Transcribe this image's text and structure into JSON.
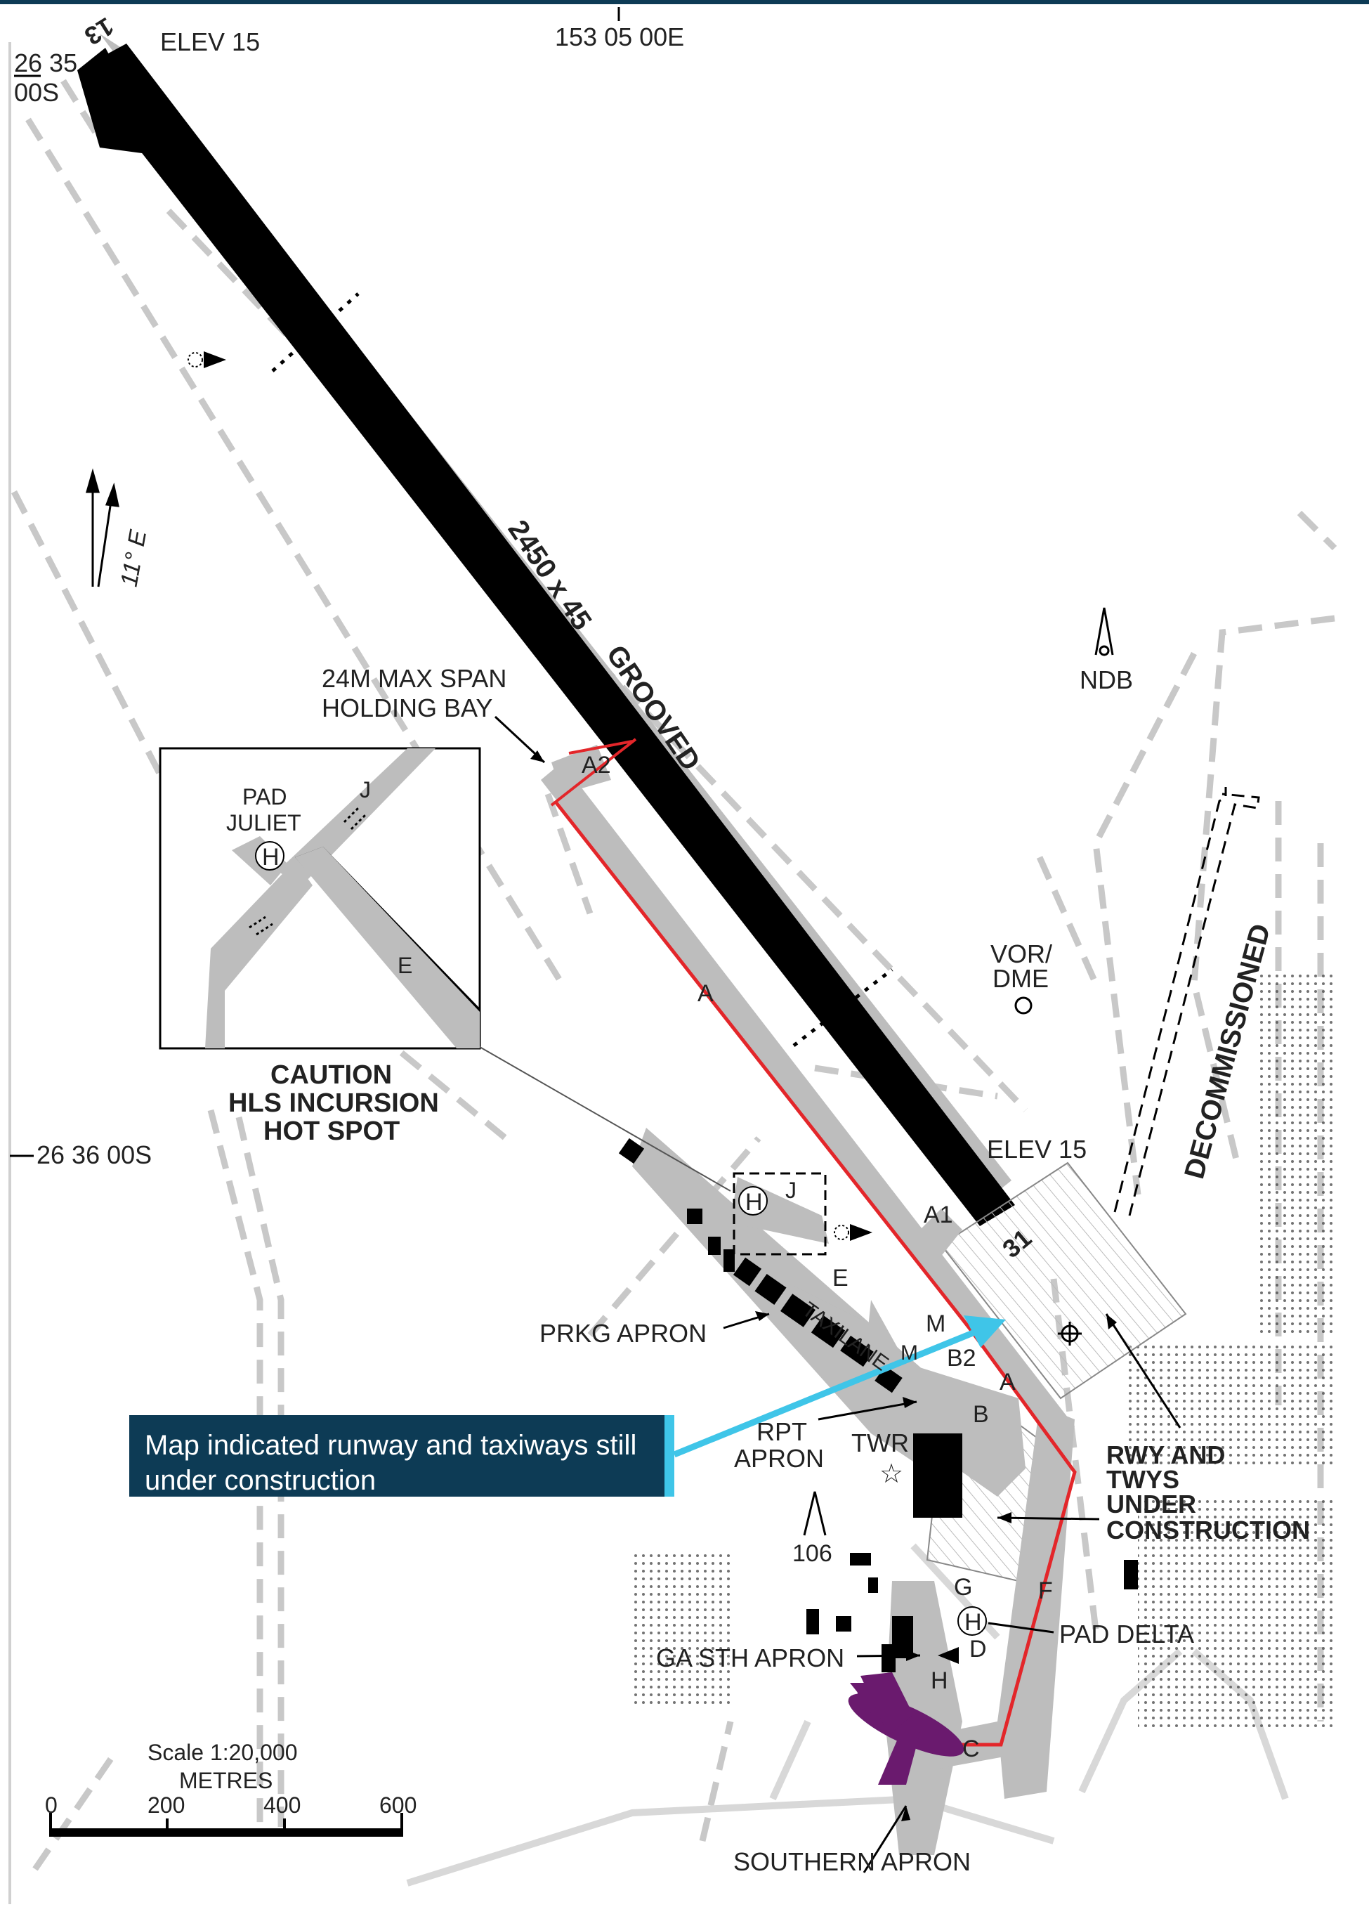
{
  "labels": {
    "rwy_end_north": "13",
    "rwy_end_south": "31",
    "elev_north": "ELEV 15",
    "elev_south": "ELEV 15",
    "lat_north_top": "26 35",
    "lat_north_bottom": "00S",
    "lat_south": "26 36 00S",
    "longitude": "153 05 00E",
    "magnetic_variation": "11° E",
    "runway_dimensions": "2450 x 45",
    "runway_surface": "GROOVED",
    "holding_bay_line1": "24M MAX SPAN",
    "holding_bay_line2": "HOLDING BAY",
    "ndb": "NDB",
    "vor_line1": "VOR/",
    "vor_line2": "DME",
    "decommissioned": "DECOMMISSIONED",
    "inset_pad_line1": "PAD",
    "inset_pad_line2": "JULIET",
    "helipad_symbol": "H",
    "caution_line1": "CAUTION",
    "caution_line2": "HLS INCURSION",
    "caution_line3": "HOT SPOT",
    "prkg_apron": "PRKG APRON",
    "taxilane": "TAXILANE",
    "rpt_line1": "RPT",
    "rpt_line2": "APRON",
    "tower": "TWR",
    "construction_line1": "RWY AND",
    "construction_line2": "TWYS",
    "construction_line3": "UNDER",
    "construction_line4": "CONSTRUCTION",
    "obstacle_height": "106",
    "ga_sth_apron": "GA STH APRON",
    "pad_delta": "PAD DELTA",
    "southern_apron": "SOUTHERN APRON",
    "scale_title": "Scale 1:20,000",
    "scale_unit": "METRES",
    "scale_0": "0",
    "scale_200": "200",
    "scale_400": "400",
    "scale_600": "600"
  },
  "taxiways": {
    "a2": "A2",
    "a": "A",
    "a1": "A1",
    "j": "J",
    "e": "E",
    "m": "M",
    "b2": "B2",
    "b": "B",
    "g": "G",
    "f": "F",
    "d": "D",
    "h": "H",
    "c": "C"
  },
  "callout": {
    "text": "Map indicated runway and taxiways still under construction"
  },
  "colors": {
    "runway": "#000000",
    "taxiway": "#bdbdbd",
    "construction_route": "#e3262a",
    "callout_background": "#0d3b55",
    "callout_arrow": "#3fc5e8",
    "aircraft": "#6a1a6e"
  }
}
